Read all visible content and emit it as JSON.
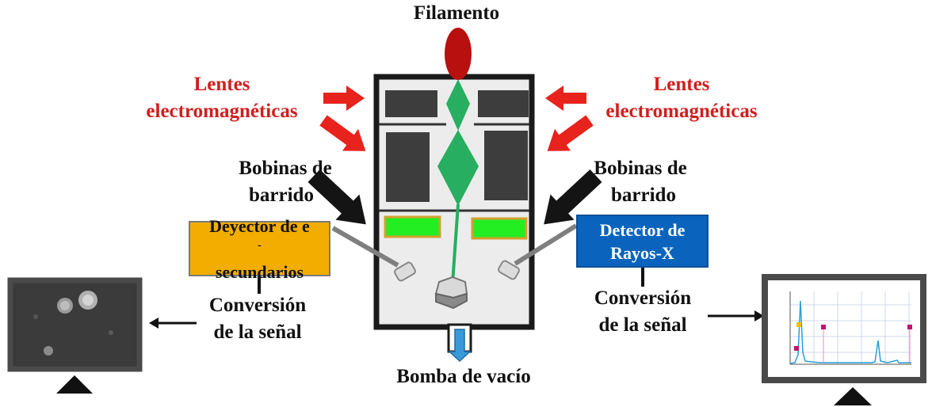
{
  "labels": {
    "filament": "Filamento",
    "lenses_left_line1": "Lentes",
    "lenses_left_line2": "electromagnéticas",
    "lenses_right_line1": "Lentes",
    "lenses_right_line2": "electromagnéticas",
    "coils_left_line1": "Bobinas de",
    "coils_left_line2": "barrido",
    "coils_right_line1": "Bobinas de",
    "coils_right_line2": "barrido",
    "detector_e_line1": "Deyector de e",
    "detector_e_superscript": "-",
    "detector_e_line2": "secundarios",
    "detector_x_line1": "Detector de",
    "detector_x_line2": "Rayos-X",
    "conversion_left_line1": "Conversión",
    "conversion_left_line2": "de la señal",
    "conversion_right_line1": "Conversión",
    "conversion_right_line2": "de la señal",
    "vacuum_pump": "Bomba de vacío"
  },
  "colors": {
    "lens_label": "#d11f1f",
    "lens_arrow": "#e8221c",
    "coil_arrow": "#141414",
    "filament": "#b80f0f",
    "beam": "#27ae60",
    "column_bg": "#ececec",
    "column_border": "#1a1a1a",
    "lens_block": "#3d3d3d",
    "scan_coil_fill": "#22ee22",
    "scan_coil_border": "#d4a030",
    "detector_e_box": "#f2ad00",
    "detector_x_box": "#0a64be",
    "pump_arrow": "#3a9ad9"
  },
  "icons": [
    "filament-icon",
    "sample-stage-icon",
    "detector-head-icon",
    "monitor-icon",
    "monitor-stand-icon"
  ]
}
